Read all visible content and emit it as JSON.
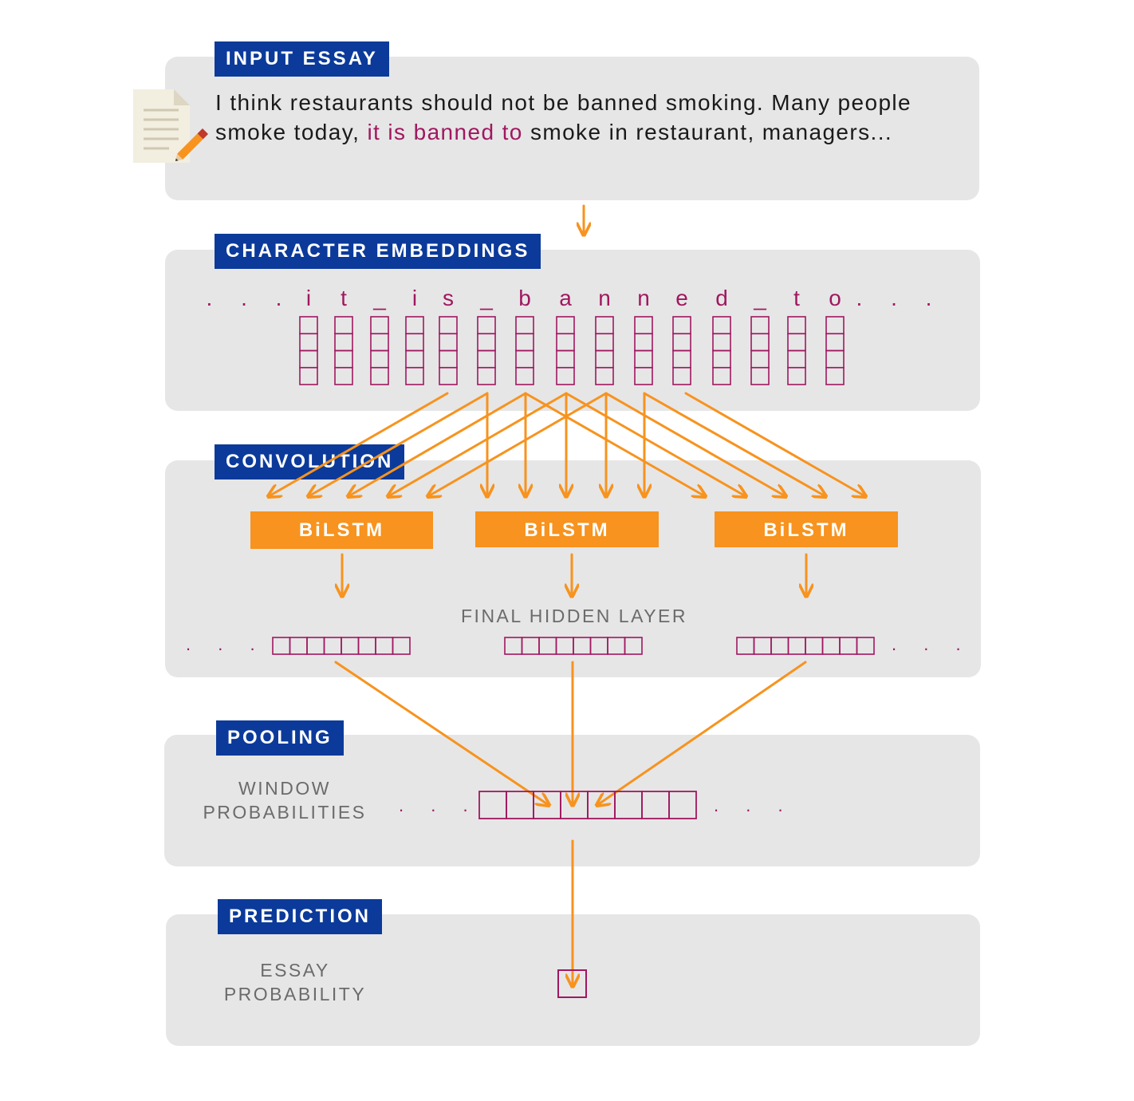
{
  "sections": {
    "input": {
      "tag": "INPUT ESSAY"
    },
    "embeddings": {
      "tag": "CHARACTER EMBEDDINGS"
    },
    "convolution": {
      "tag": "CONVOLUTION"
    },
    "pooling": {
      "tag": "POOLING"
    },
    "prediction": {
      "tag": "PREDICTION"
    }
  },
  "essay": {
    "before": "I think restaurants should not be banned smoking. Many people smoke today, ",
    "highlight": "it is banned to",
    "after": " smoke in restaurant, managers..."
  },
  "characters": [
    ". . .",
    "i",
    "t",
    "_",
    "i",
    "s",
    "_",
    "b",
    "a",
    "n",
    "n",
    "e",
    "d",
    "_",
    "t",
    "o",
    ". . ."
  ],
  "bilstm_labels": [
    "BiLSTM",
    "BiLSTM",
    "BiLSTM"
  ],
  "hidden_layer": {
    "label": "FINAL HIDDEN LAYER",
    "ellipsis_left": ". . .",
    "ellipsis_right": ". . ."
  },
  "pooling": {
    "label_line1": "WINDOW",
    "label_line2": "PROBABILITIES",
    "ellipsis_left": ". . .",
    "ellipsis_right": ". . ."
  },
  "prediction": {
    "label_line1": "ESSAY",
    "label_line2": "PROBABILITY"
  },
  "colors": {
    "tag_bg": "#0b3a9a",
    "accent": "#f7931e",
    "highlight": "#a0185f",
    "panel": "#e6e6e7",
    "label_gray": "#6b6b6b"
  },
  "icons": [
    "document-pencil-icon"
  ]
}
